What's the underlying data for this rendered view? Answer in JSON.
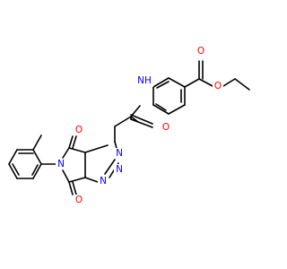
{
  "molecule": {
    "atoms": [
      {
        "id": "O_amide",
        "label": "O",
        "color": "#ff0000"
      },
      {
        "id": "NH",
        "label": "NH",
        "color": "#0000ff"
      },
      {
        "id": "O_ester_carbonyl",
        "label": "O",
        "color": "#ff0000"
      },
      {
        "id": "O_ester_ether",
        "label": "O",
        "color": "#ff0000"
      },
      {
        "id": "N1",
        "label": "N",
        "color": "#0000ff"
      },
      {
        "id": "N2",
        "label": "N",
        "color": "#0000ff"
      },
      {
        "id": "N3",
        "label": "N",
        "color": "#0000ff"
      },
      {
        "id": "N_imide",
        "label": "N",
        "color": "#0000ff"
      },
      {
        "id": "O_imide_top",
        "label": "O",
        "color": "#ff0000"
      },
      {
        "id": "O_imide_bottom",
        "label": "O",
        "color": "#ff0000"
      }
    ]
  }
}
